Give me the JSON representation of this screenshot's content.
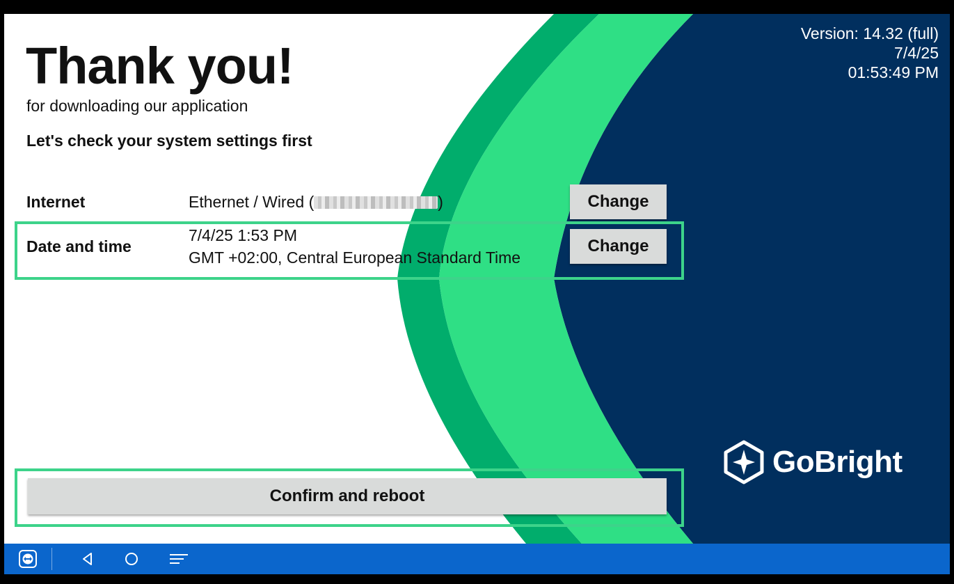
{
  "header": {
    "title": "Thank you!",
    "subtitle": "for downloading our application",
    "check_prompt": "Let's check your system settings first"
  },
  "version_info": {
    "version": "Version: 14.32 (full)",
    "date": "7/4/25",
    "time": "01:53:49 PM"
  },
  "settings": {
    "internet": {
      "label": "Internet",
      "value_prefix": "Ethernet / Wired (",
      "value_suffix": ")",
      "button": "Change"
    },
    "datetime": {
      "label": "Date and time",
      "value_line1": "7/4/25 1:53 PM",
      "value_line2": "GMT +02:00, Central European Standard Time",
      "button": "Change"
    }
  },
  "confirm_button": "Confirm and reboot",
  "brand": {
    "name": "GoBright"
  },
  "navbar": {
    "icons": [
      "teamviewer-icon",
      "back-icon",
      "home-icon",
      "recents-icon"
    ]
  },
  "colors": {
    "navy": "#012f5e",
    "green_light": "#2fdf85",
    "green_dark": "#01ad6c",
    "highlight": "#3dd38a",
    "navbar": "#0b66cc",
    "button": "#d9dbda"
  }
}
